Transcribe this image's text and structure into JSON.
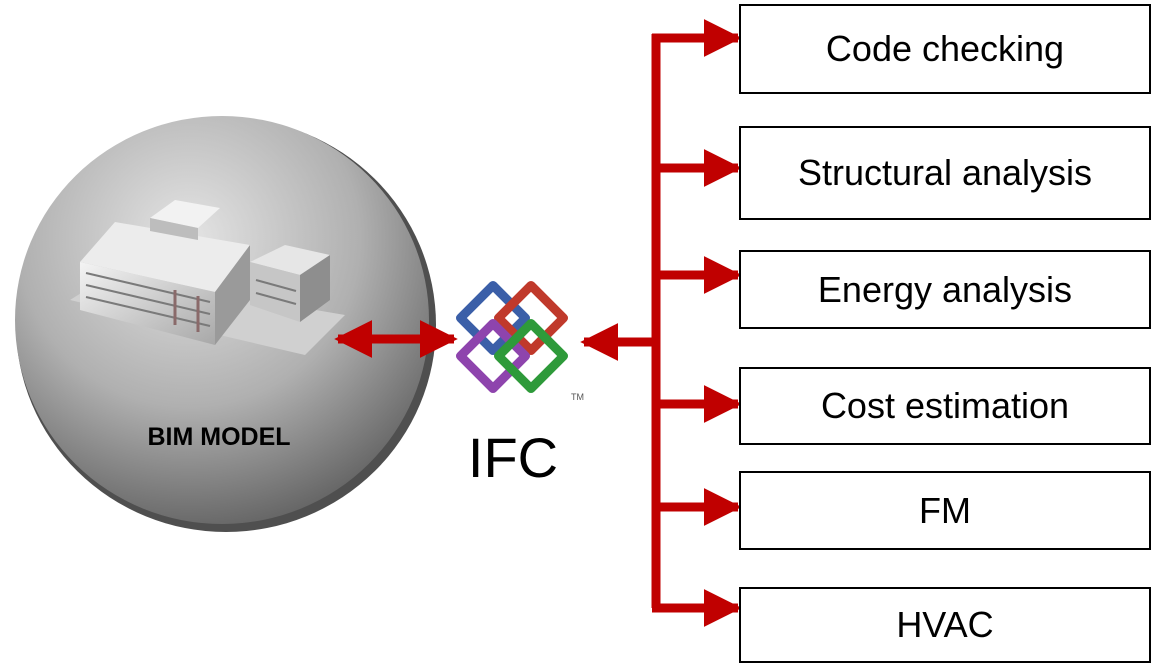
{
  "bim_model": {
    "label": "BIM MODEL"
  },
  "ifc": {
    "label": "IFC",
    "trademark": "TM"
  },
  "applications": [
    {
      "label": "Code checking"
    },
    {
      "label": "Structural analysis"
    },
    {
      "label": "Energy analysis"
    },
    {
      "label": "Cost estimation"
    },
    {
      "label": "FM"
    },
    {
      "label": "HVAC"
    }
  ],
  "colors": {
    "arrow": "#c00000",
    "sphere_light": "#d9d9d9",
    "sphere_dark": "#6e6e6e",
    "logo_blue": "#3b5fa8",
    "logo_red": "#c0392b",
    "logo_purple": "#8e44ad",
    "logo_green": "#2e9a3a"
  }
}
